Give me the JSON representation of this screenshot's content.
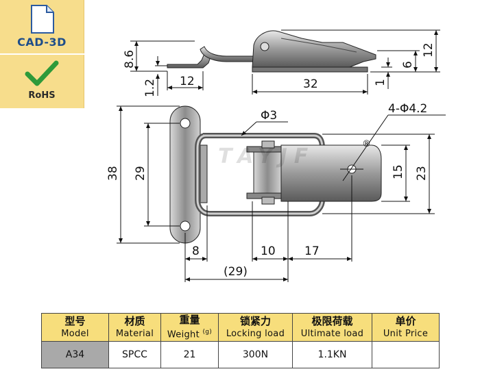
{
  "badges": {
    "cad": {
      "label": "CAD-3D",
      "icon": "document-icon"
    },
    "rohs": {
      "label": "RoHS",
      "icon": "checkmark-icon"
    }
  },
  "drawing": {
    "side_view": {
      "dims": [
        "8.6",
        "1.2",
        "12",
        "32",
        "12",
        "6",
        "1"
      ]
    },
    "top_view": {
      "dims": [
        "38",
        "29",
        "15",
        "23",
        "8",
        "10",
        "17",
        "(29)"
      ],
      "wire_label": "Φ3",
      "hole_label": "4-Φ4.2",
      "registered_mark": "®"
    }
  },
  "table": {
    "headers": [
      {
        "zh": "型号",
        "en": "Model"
      },
      {
        "zh": "材质",
        "en": "Material"
      },
      {
        "zh": "重量",
        "en": "Weight",
        "sup": "(g)"
      },
      {
        "zh": "锁紧力",
        "en": "Locking load"
      },
      {
        "zh": "极限荷载",
        "en": "Ultimate load"
      },
      {
        "zh": "单价",
        "en": "Unit Price"
      }
    ],
    "rows": [
      {
        "model": "A34",
        "material": "SPCC",
        "weight": "21",
        "locking": "300N",
        "ultimate": "1.1KN",
        "price": ""
      }
    ]
  },
  "colors": {
    "badge_bg": "#f7dd8c",
    "table_header_bg": "#f7de7c",
    "model_cell_bg": "#a9a9a9",
    "cad_text": "#1f4e8a",
    "check_green": "#2e9a3a"
  }
}
